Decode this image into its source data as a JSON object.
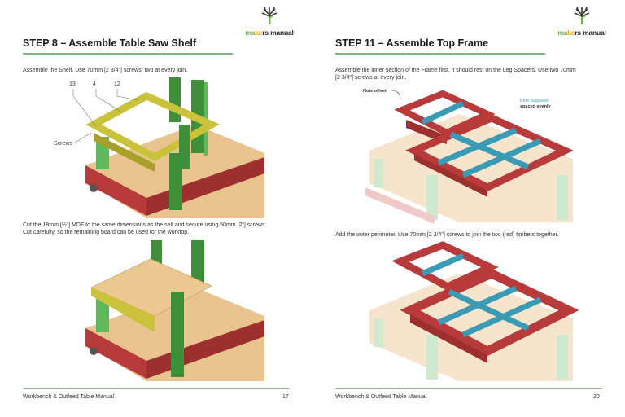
{
  "brand": {
    "logo_text_a": "ma",
    "logo_text_b": "ke",
    "logo_text_c": "rs manual",
    "accent": "#6ab04c"
  },
  "left_page": {
    "title": "STEP 8 – Assemble Table Saw Shelf",
    "para1": "Assemble the Shelf. Use 70mm [2 3/4\"] screws, two at every join.",
    "callouts": [
      "13",
      "4",
      "12",
      "Screws"
    ],
    "para2_line1": "Cut the 18mm [½\"] MDF to the same dimensions as the self and secure using 50mm [2\"] screws.",
    "para2_line2": "Cut carefully, so the remaining board can be used for the worktop.",
    "footer_title": "Workbench & Outfeed Table Manual",
    "page_number": "17"
  },
  "right_page": {
    "title": "STEP 11 – Assemble Top Frame",
    "para1_line1": "Assemble the inner section of the Frame first, it should rest on the Leg Spacers. Use two 70mm",
    "para1_line2": "[2 3/4\"] screws at every join.",
    "note_offset": "Note offset",
    "blue_supports": "Blue Supports",
    "spaced_evenly": "spaced evenly",
    "para2": "Add the outer perimeter. Use 70mm [2 3/4\"] screws to join the two (red) timbers together.",
    "footer_title": "Workbench & Outfeed Table Manual",
    "page_number": "20"
  },
  "colors": {
    "red_timber": "#b83a3a",
    "blue_support": "#3a9bb5",
    "green_leg": "#3f8f3a",
    "yellow_shelf": "#c9c23a",
    "plywood": "#e9c48e"
  }
}
